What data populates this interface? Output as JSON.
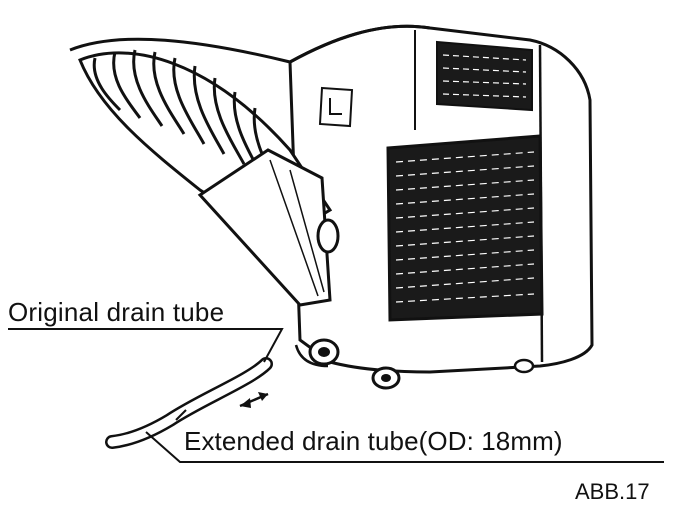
{
  "labels": {
    "original_drain_tube": "Original drain tube",
    "extended_drain_tube": "Extended drain tube(OD: 18mm)",
    "figure_id": "ABB.17"
  },
  "colors": {
    "ink": "#111111",
    "background": "#ffffff",
    "grille": "#1a1a1a"
  }
}
